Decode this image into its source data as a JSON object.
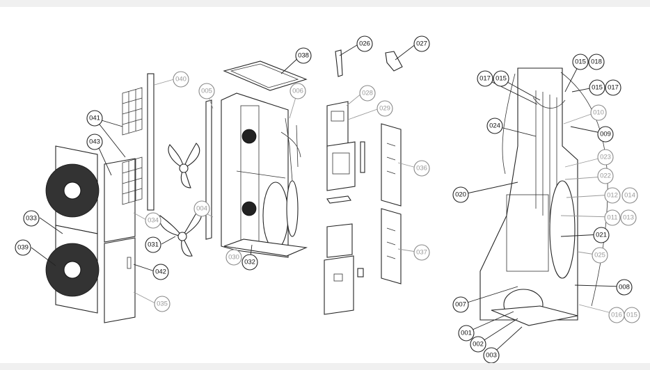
{
  "callouts": [
    {
      "id": "c001",
      "label": "001",
      "dim": false
    },
    {
      "id": "c002",
      "label": "002",
      "dim": false
    },
    {
      "id": "c003",
      "label": "003",
      "dim": false
    },
    {
      "id": "c004",
      "label": "004",
      "dim": true
    },
    {
      "id": "c005",
      "label": "005",
      "dim": true
    },
    {
      "id": "c006",
      "label": "006",
      "dim": true
    },
    {
      "id": "c007",
      "label": "007",
      "dim": false
    },
    {
      "id": "c008",
      "label": "008",
      "dim": false
    },
    {
      "id": "c009",
      "label": "009",
      "dim": false
    },
    {
      "id": "c010",
      "label": "010",
      "dim": true
    },
    {
      "id": "c011",
      "label": "011",
      "dim": true
    },
    {
      "id": "c012",
      "label": "012",
      "dim": true
    },
    {
      "id": "c013",
      "label": "013",
      "dim": true
    },
    {
      "id": "c014",
      "label": "014",
      "dim": true
    },
    {
      "id": "c015a",
      "label": "015",
      "dim": false
    },
    {
      "id": "c015b",
      "label": "015",
      "dim": false
    },
    {
      "id": "c015c",
      "label": "015",
      "dim": false
    },
    {
      "id": "c015d",
      "label": "015",
      "dim": true
    },
    {
      "id": "c016",
      "label": "016",
      "dim": true
    },
    {
      "id": "c017a",
      "label": "017",
      "dim": false
    },
    {
      "id": "c017b",
      "label": "017",
      "dim": false
    },
    {
      "id": "c018",
      "label": "018",
      "dim": false
    },
    {
      "id": "c020",
      "label": "020",
      "dim": false
    },
    {
      "id": "c021",
      "label": "021",
      "dim": false
    },
    {
      "id": "c022",
      "label": "022",
      "dim": true
    },
    {
      "id": "c023",
      "label": "023",
      "dim": true
    },
    {
      "id": "c024",
      "label": "024",
      "dim": false
    },
    {
      "id": "c025",
      "label": "025",
      "dim": true
    },
    {
      "id": "c026",
      "label": "026",
      "dim": false
    },
    {
      "id": "c027",
      "label": "027",
      "dim": false
    },
    {
      "id": "c028",
      "label": "028",
      "dim": true
    },
    {
      "id": "c029",
      "label": "029",
      "dim": true
    },
    {
      "id": "c030",
      "label": "030",
      "dim": true
    },
    {
      "id": "c031",
      "label": "031",
      "dim": false
    },
    {
      "id": "c032",
      "label": "032",
      "dim": false
    },
    {
      "id": "c033",
      "label": "033",
      "dim": false
    },
    {
      "id": "c034",
      "label": "034",
      "dim": true
    },
    {
      "id": "c035",
      "label": "035",
      "dim": true
    },
    {
      "id": "c036",
      "label": "036",
      "dim": true
    },
    {
      "id": "c037",
      "label": "037",
      "dim": true
    },
    {
      "id": "c038",
      "label": "038",
      "dim": false
    },
    {
      "id": "c039",
      "label": "039",
      "dim": false
    },
    {
      "id": "c040",
      "label": "040",
      "dim": true
    },
    {
      "id": "c041",
      "label": "041",
      "dim": false
    },
    {
      "id": "c042",
      "label": "042",
      "dim": false
    },
    {
      "id": "c043",
      "label": "043",
      "dim": false
    }
  ]
}
